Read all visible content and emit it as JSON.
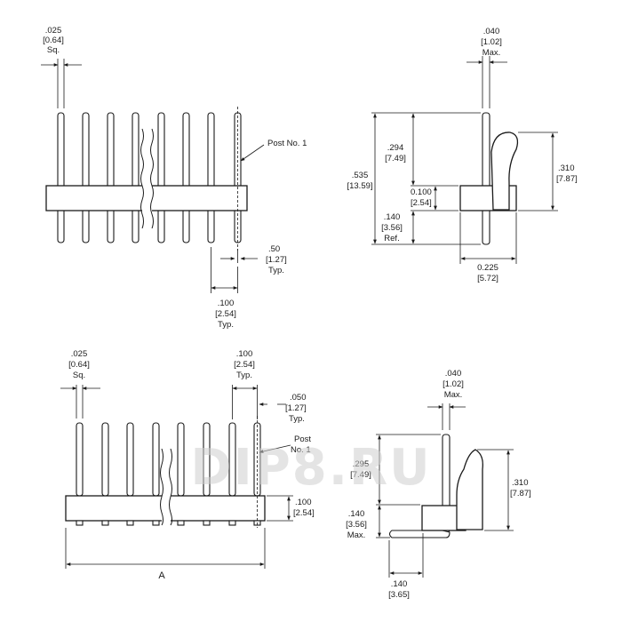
{
  "watermark": "DIP8.RU",
  "top_front": {
    "pin_width": [
      ".025",
      "[0.64]",
      "Sq."
    ],
    "post_label": "Post No. 1",
    "half_pitch": [
      ".50",
      "[1.27]",
      "Typ."
    ],
    "pitch": [
      ".100",
      "[2.54]",
      "Typ."
    ]
  },
  "top_side": {
    "thickness": [
      ".040",
      "[1.02]",
      "Max."
    ],
    "upper_len": [
      ".294",
      "[7.49]"
    ],
    "total_len": [
      ".535",
      "[13.59]"
    ],
    "body_h": [
      "0.100",
      "[2.54]"
    ],
    "lower_len": [
      ".140",
      "[3.56]",
      "Ref."
    ],
    "height": [
      ".310",
      "[7.87]"
    ],
    "depth": [
      "0.225",
      "[5.72]"
    ]
  },
  "bottom_front": {
    "pin_width": [
      ".025",
      "[0.64]",
      "Sq."
    ],
    "pitch": [
      ".100",
      "[2.54]",
      "Typ."
    ],
    "half_pitch": [
      ".050",
      "[1.27]",
      "Typ."
    ],
    "post_label": [
      "Post",
      "No. 1"
    ],
    "body_h": [
      ".100",
      "[2.54]"
    ],
    "length_label": "A"
  },
  "bottom_side": {
    "thickness": [
      ".040",
      "[1.02]",
      "Max."
    ],
    "upper_len": [
      ".295",
      "[7.49]"
    ],
    "lower_len": [
      ".140",
      "[3.56]",
      "Max."
    ],
    "height": [
      ".310",
      "[7.87]"
    ],
    "foot_len": [
      ".140",
      "[3.65]"
    ]
  }
}
